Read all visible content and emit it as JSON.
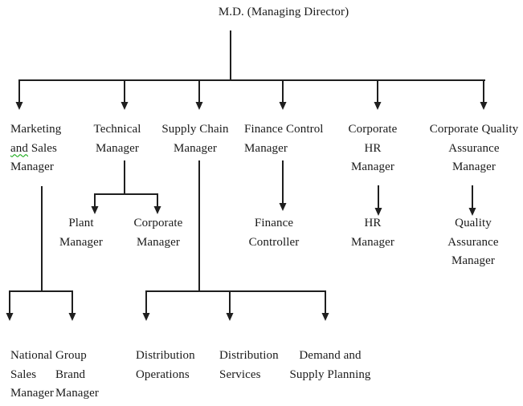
{
  "colors": {
    "text": "#1a1a1a",
    "line": "#1f1f1f",
    "squiggle_green": "#00a000",
    "background": "#ffffff"
  },
  "diagram": {
    "title": "M.D. (Managing Director)",
    "nodes": {
      "marketing": {
        "line1": "Marketing",
        "line2_word": "and",
        "line2_rest": " Sales",
        "line3": "Manager"
      },
      "technical": {
        "lines": [
          "Technical",
          "Manager"
        ]
      },
      "supply_chain": {
        "lines": [
          "Supply Chain",
          "Manager"
        ]
      },
      "finance_control": {
        "lines": [
          "Finance Control",
          "Manager"
        ]
      },
      "corporate_hr": {
        "lines": [
          "Corporate",
          "HR",
          "Manager"
        ]
      },
      "corporate_quality": {
        "lines": [
          "Corporate Quality",
          "Assurance",
          "Manager"
        ]
      },
      "plant": {
        "lines": [
          "Plant",
          "Manager"
        ]
      },
      "corporate_manager": {
        "lines": [
          "Corporate",
          "Manager"
        ]
      },
      "finance_controller": {
        "lines": [
          "Finance",
          "Controller"
        ]
      },
      "hr_manager": {
        "lines": [
          "HR",
          "Manager"
        ]
      },
      "quality_assurance": {
        "lines": [
          "Quality",
          "Assurance",
          "Manager"
        ]
      },
      "national_sales": {
        "lines": [
          "National",
          "Sales",
          "Manager"
        ]
      },
      "group_brand": {
        "lines": [
          "Group",
          "Brand",
          "Manager"
        ]
      },
      "distribution_operations": {
        "lines": [
          "Distribution",
          "Operations"
        ]
      },
      "distribution_services": {
        "lines": [
          "Distribution",
          "Services"
        ]
      },
      "demand_supply": {
        "lines": [
          "Demand and",
          "Supply Planning"
        ]
      }
    },
    "edges": [
      {
        "from": "M.D. (Managing Director)",
        "to": [
          "Marketing and Sales Manager",
          "Technical Manager",
          "Supply Chain Manager",
          "Finance Control Manager",
          "Corporate HR Manager",
          "Corporate Quality Assurance Manager"
        ]
      },
      {
        "from": "Marketing and Sales Manager",
        "to": [
          "National Sales Manager",
          "Group Brand Manager"
        ]
      },
      {
        "from": "Technical Manager",
        "to": [
          "Plant Manager",
          "Corporate Manager"
        ]
      },
      {
        "from": "Supply Chain Manager",
        "to": [
          "Distribution Operations",
          "Distribution Services",
          "Demand and Supply Planning"
        ]
      },
      {
        "from": "Finance Control Manager",
        "to": [
          "Finance Controller"
        ]
      },
      {
        "from": "Corporate HR Manager",
        "to": [
          "HR Manager"
        ]
      },
      {
        "from": "Corporate Quality Assurance Manager",
        "to": [
          "Quality Assurance Manager"
        ]
      }
    ]
  }
}
